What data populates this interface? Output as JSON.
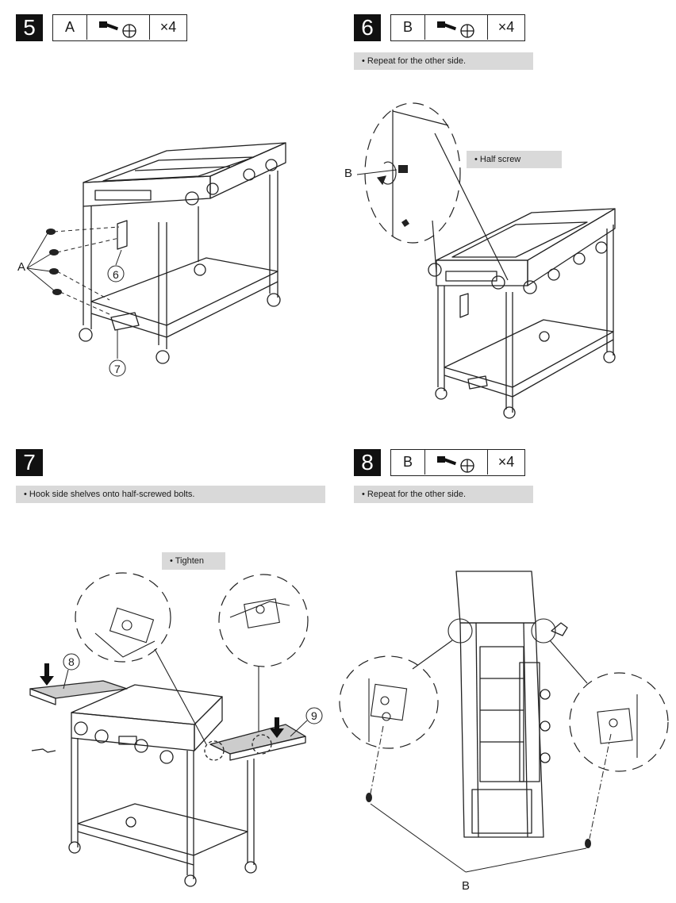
{
  "steps": [
    {
      "number": "5",
      "part": "A",
      "qty": "×4",
      "note": "",
      "labels": {
        "part_callout": "A",
        "item_a": "6",
        "item_b": "7"
      }
    },
    {
      "number": "6",
      "part": "B",
      "qty": "×4",
      "note": "• Repeat for the other side.",
      "labels": {
        "part_callout": "B",
        "detail": "• Half screw"
      }
    },
    {
      "number": "7",
      "part": "",
      "qty": "",
      "note": "• Hook side shelves onto half-screwed bolts.",
      "labels": {
        "detail": "• Tighten",
        "item_a": "8",
        "item_b": "9"
      }
    },
    {
      "number": "8",
      "part": "B",
      "qty": "×4",
      "note": "• Repeat for the other side.",
      "labels": {
        "part_callout": "B"
      }
    }
  ],
  "icons": [
    "screw-icon",
    "phillips-driver-icon",
    "rotation-arrow-icon",
    "down-arrow-icon"
  ]
}
